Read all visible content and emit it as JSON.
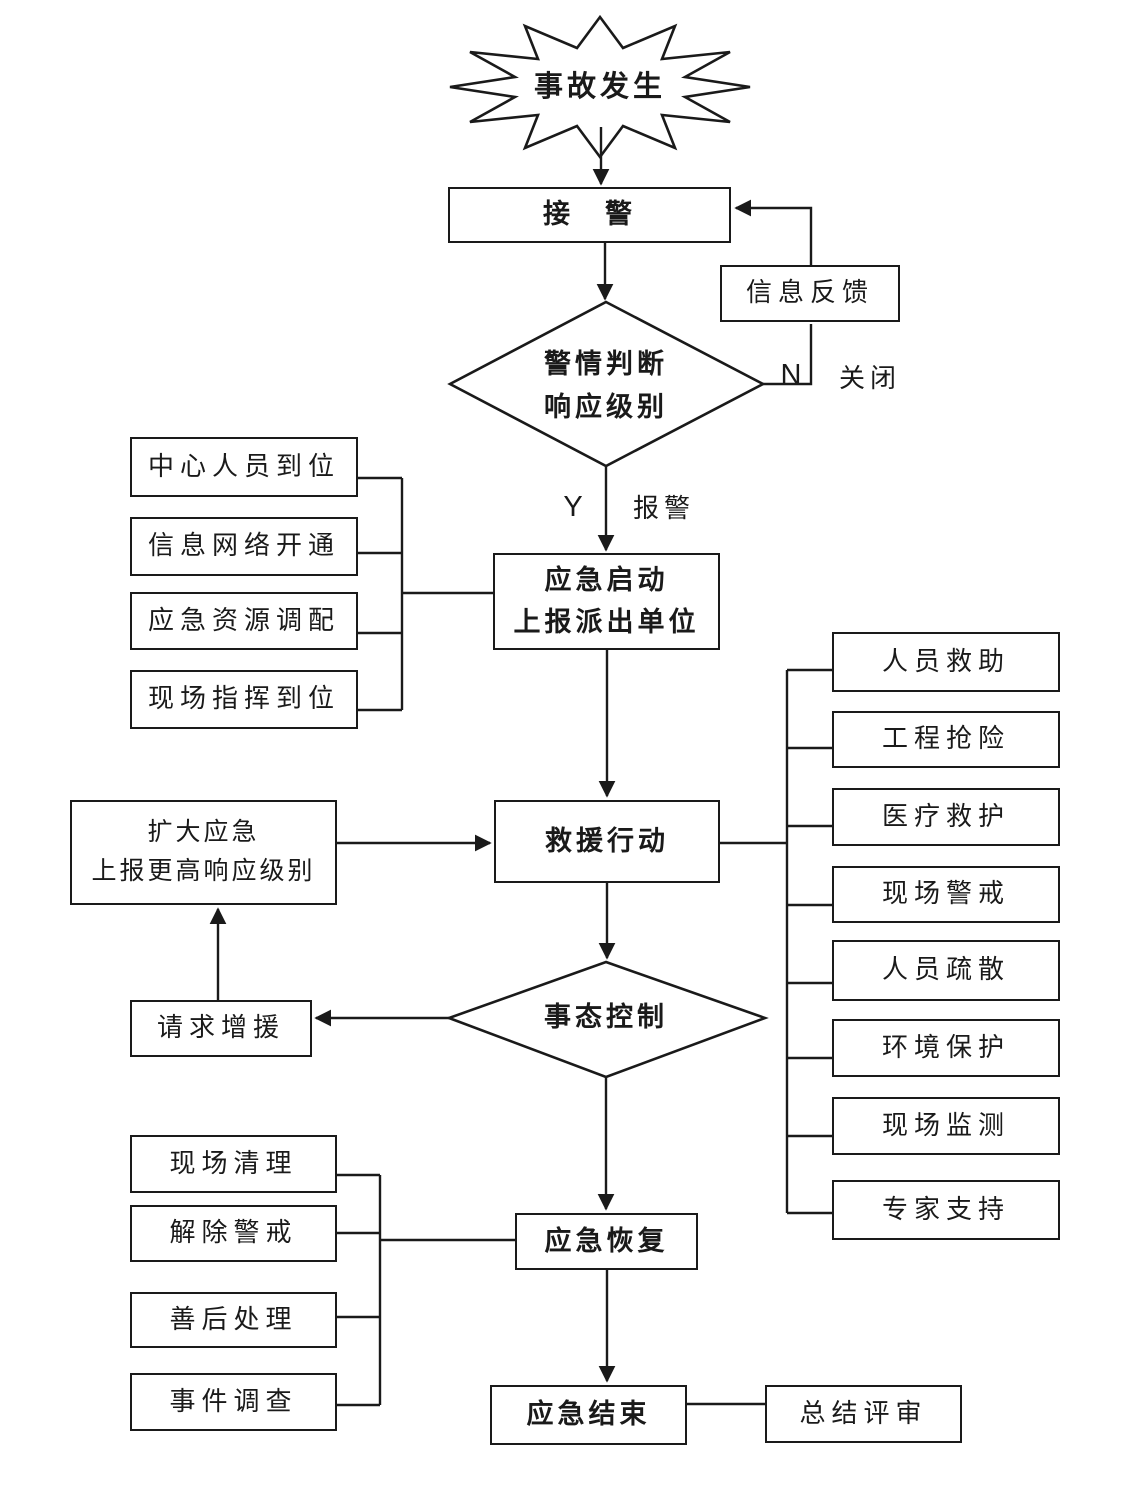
{
  "colors": {
    "background": "#ffffff",
    "line": "#1a1a1a",
    "text": "#1a1a1a"
  },
  "nodes": {
    "accident": "事故发生",
    "reception": "接　警",
    "judgment": "警情判断\n响应级别",
    "feedback": "信息反馈",
    "startup": "应急启动\n上报派出单位",
    "rescue": "救援行动",
    "expand": "扩大应急\n上报更高响应级别",
    "control": "事态控制",
    "reinforce": "请求增援",
    "recovery": "应急恢复",
    "end": "应急结束",
    "review": "总结评审"
  },
  "edge_labels": {
    "no": "N",
    "yes": "Y",
    "close": "关闭",
    "alarm": "报警"
  },
  "left_prep_items": [
    "中心人员到位",
    "信息网络开通",
    "应急资源调配",
    "现场指挥到位"
  ],
  "right_action_items": [
    "人员救助",
    "工程抢险",
    "医疗救护",
    "现场警戒",
    "人员疏散",
    "环境保护",
    "现场监测",
    "专家支持"
  ],
  "bottom_left_items": [
    "现场清理",
    "解除警戒",
    "善后处理",
    "事件调查"
  ]
}
